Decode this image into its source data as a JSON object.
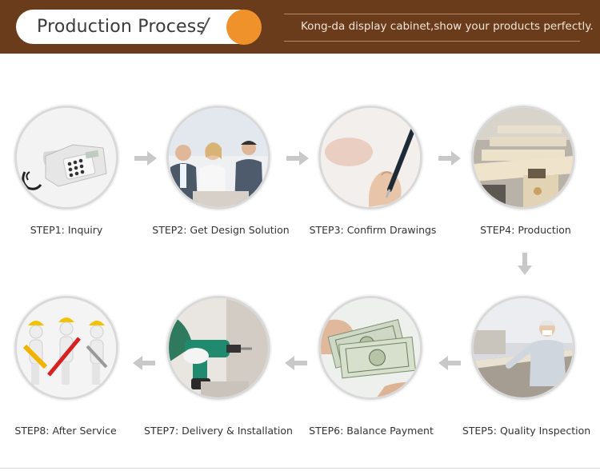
{
  "header": {
    "title": "Production Process",
    "slash": "/",
    "tagline": "Kong-da display cabinet,show your products perfectly."
  },
  "steps": [
    {
      "label": "STEP1: Inquiry",
      "icon": "telephone-photo"
    },
    {
      "label": "STEP2: Get Design Solution",
      "icon": "business-meeting-photo"
    },
    {
      "label": "STEP3: Confirm Drawings",
      "icon": "hand-writing-pen-photo"
    },
    {
      "label": "STEP4: Production",
      "icon": "factory-cabinets-photo"
    },
    {
      "label": "STEP5: Quality Inspection",
      "icon": "worker-inspection-photo"
    },
    {
      "label": "STEP6: Balance Payment",
      "icon": "dollar-bills-photo"
    },
    {
      "label": "STEP7: Delivery & Installation",
      "icon": "power-drill-photo"
    },
    {
      "label": "STEP8: After Service",
      "icon": "service-workers-photo"
    }
  ],
  "colors": {
    "banner": "#6a3c1c",
    "accent_dot": "#f0922b",
    "arrow": "#c8c8c8"
  }
}
